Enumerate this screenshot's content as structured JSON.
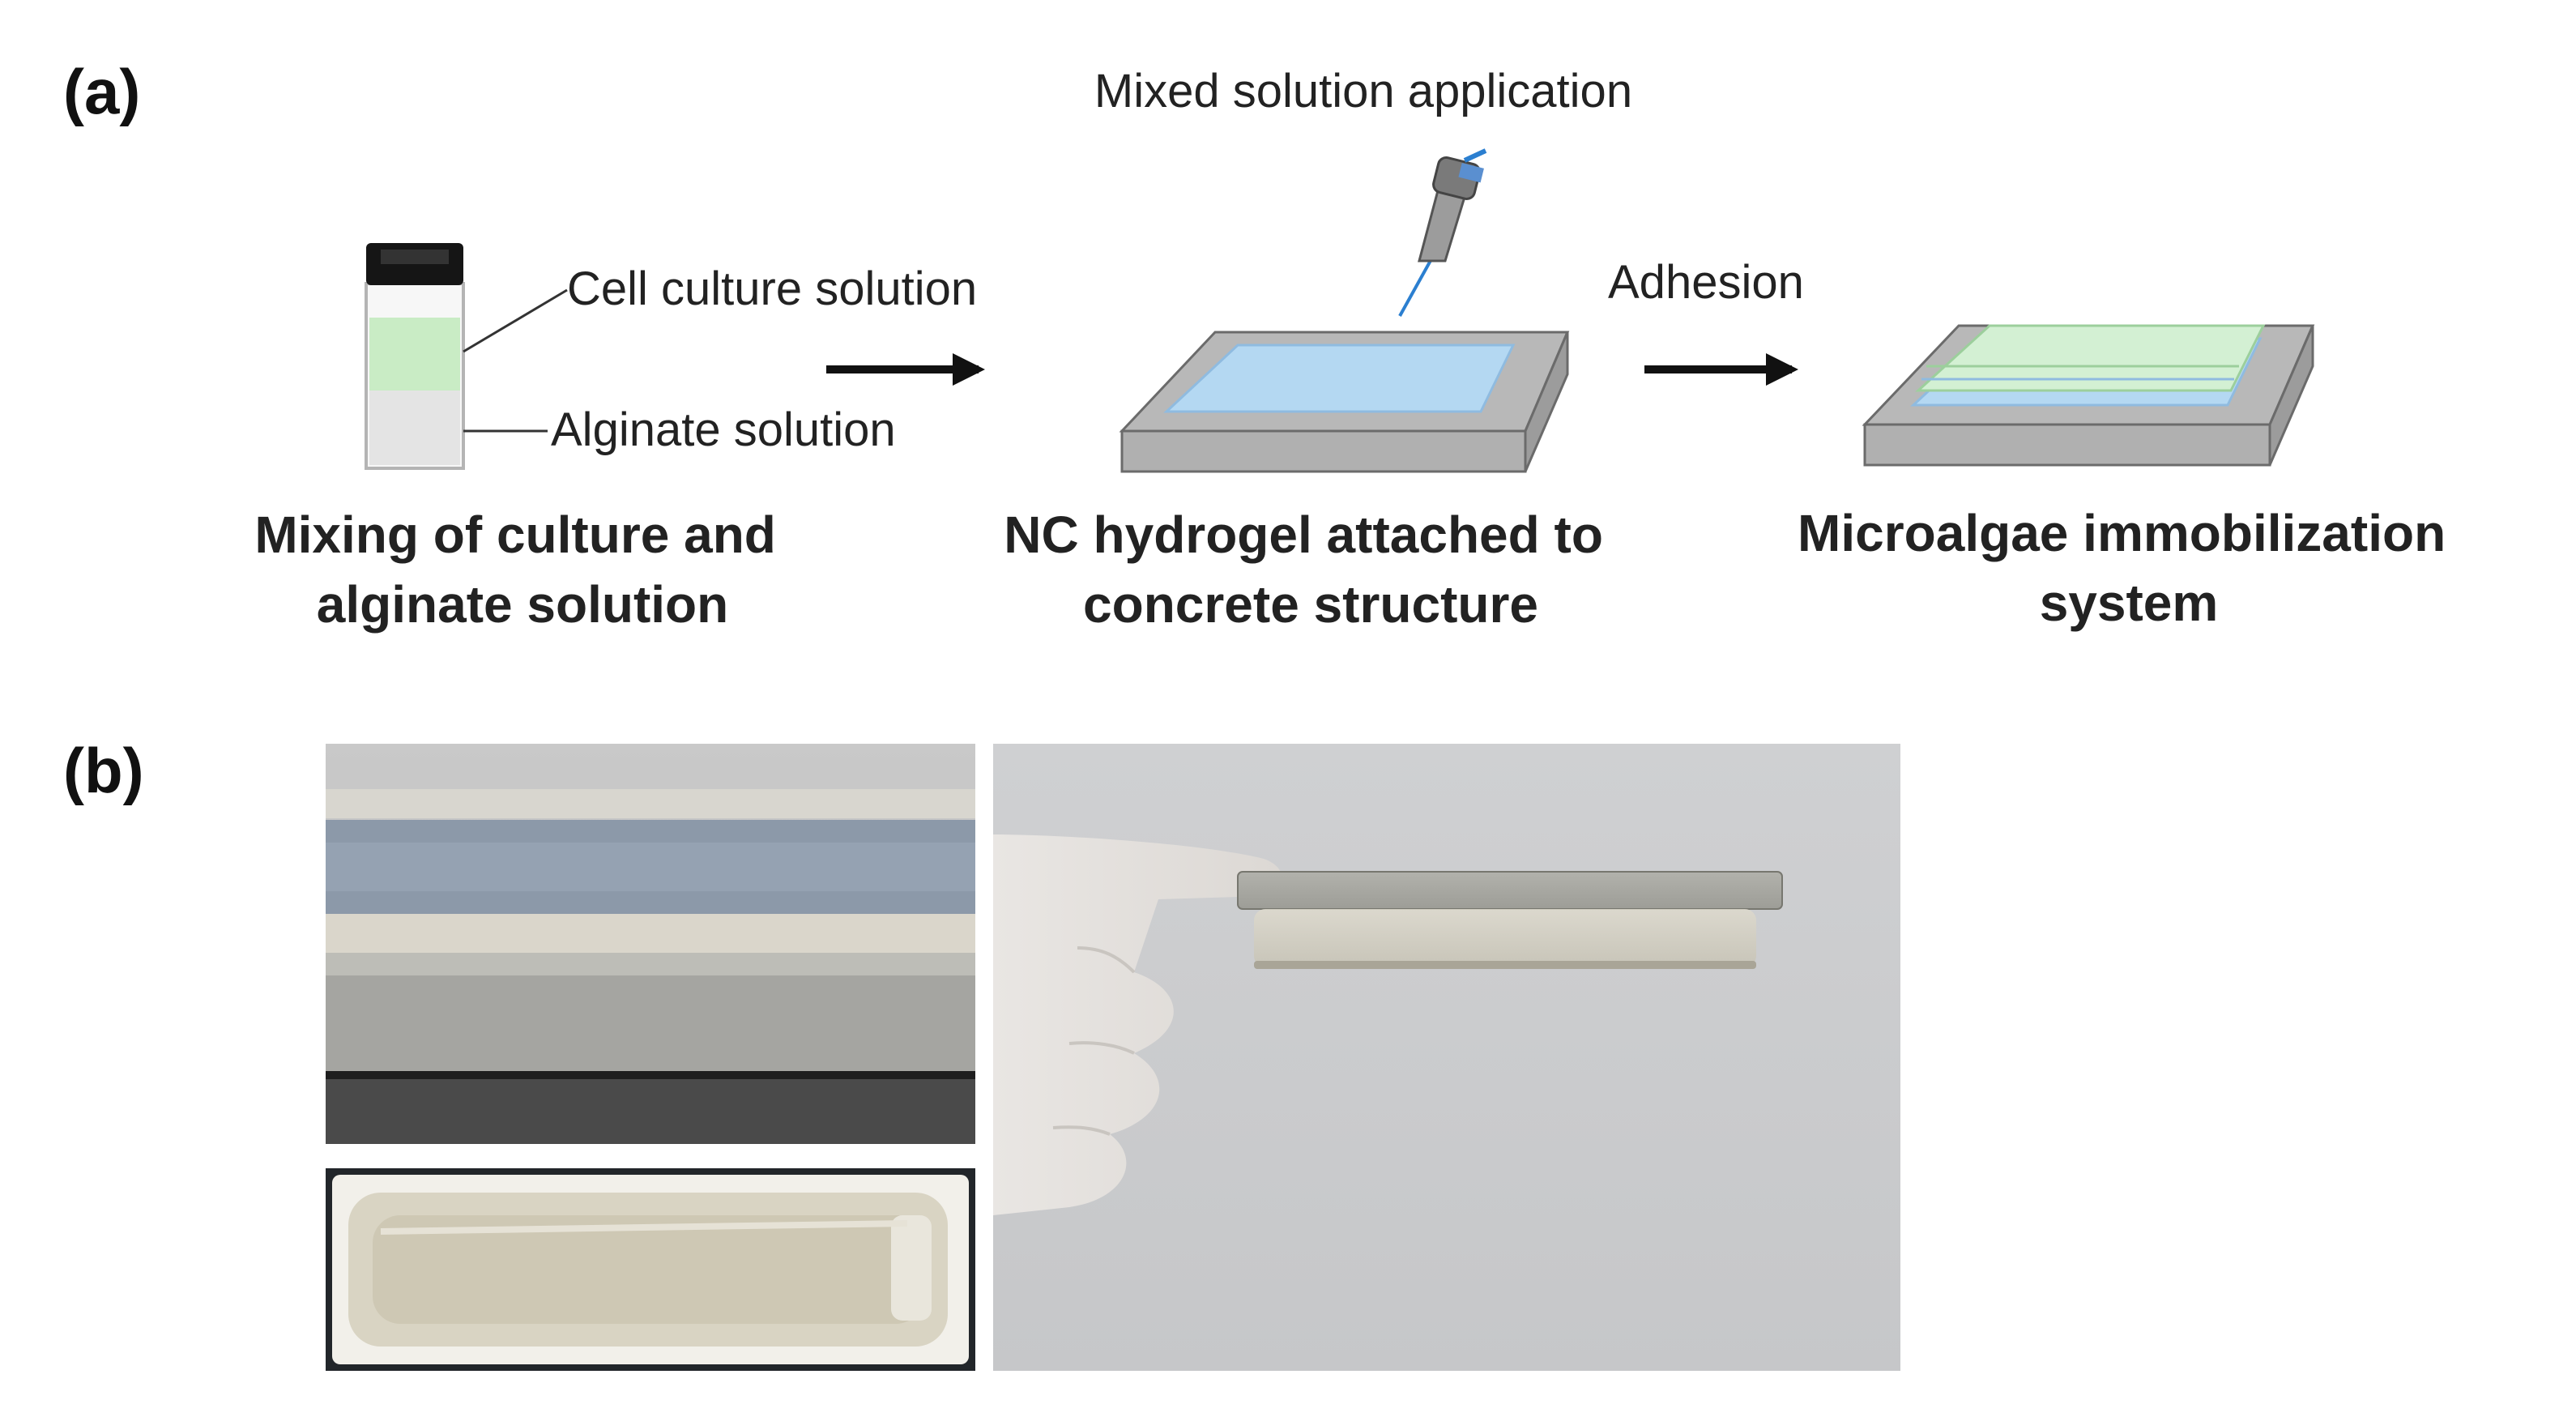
{
  "panel_a": {
    "label": "(a)",
    "top_annotation": "Mixed solution application",
    "vial_labels": {
      "upper": "Cell culture solution",
      "lower": "Alginate solution"
    },
    "adhesion_label": "Adhesion",
    "steps": [
      {
        "line1": "Mixing  of culture and",
        "line2": "alginate  solution"
      },
      {
        "line1": "NC  hydrogel  attached to",
        "line2": "concrete structure"
      },
      {
        "line1": "Microalgae  immobilization",
        "line2": "system"
      }
    ],
    "colors": {
      "culture_green": "#c9ecc5",
      "alginate_gray": "#e4e4e4",
      "cap_black": "#151515",
      "slab_gray": "#b8b8b8",
      "hydrogel_blue": "#b4d8f2",
      "algae_green": "#d3f0d3"
    }
  },
  "panel_b": {
    "label": "(b)"
  }
}
